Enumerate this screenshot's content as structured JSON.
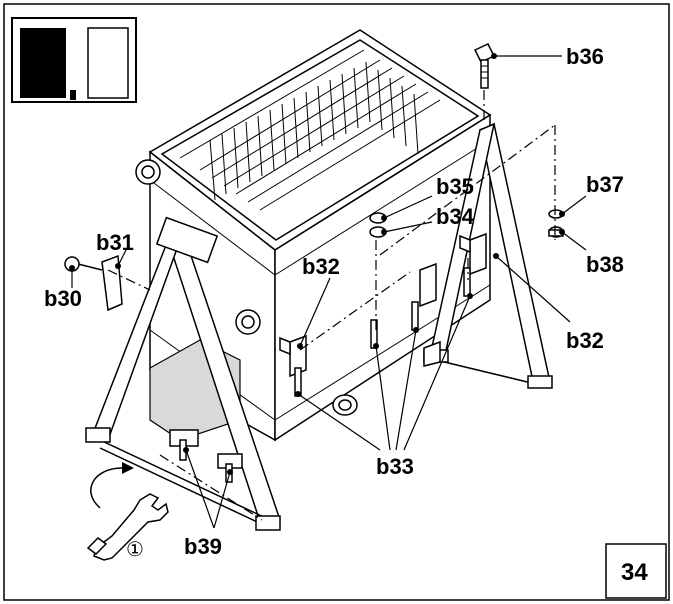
{
  "labels": {
    "b30": "b30",
    "b31": "b31",
    "b32_left": "b32",
    "b32_right": "b32",
    "b33": "b33",
    "b34": "b34",
    "b35": "b35",
    "b36": "b36",
    "b37": "b37",
    "b38": "b38",
    "b39": "b39"
  },
  "step_marker": "①",
  "page_number": "34",
  "colors": {
    "ink": "#000000",
    "paper": "#ffffff",
    "shade": "#d9d9d9"
  }
}
